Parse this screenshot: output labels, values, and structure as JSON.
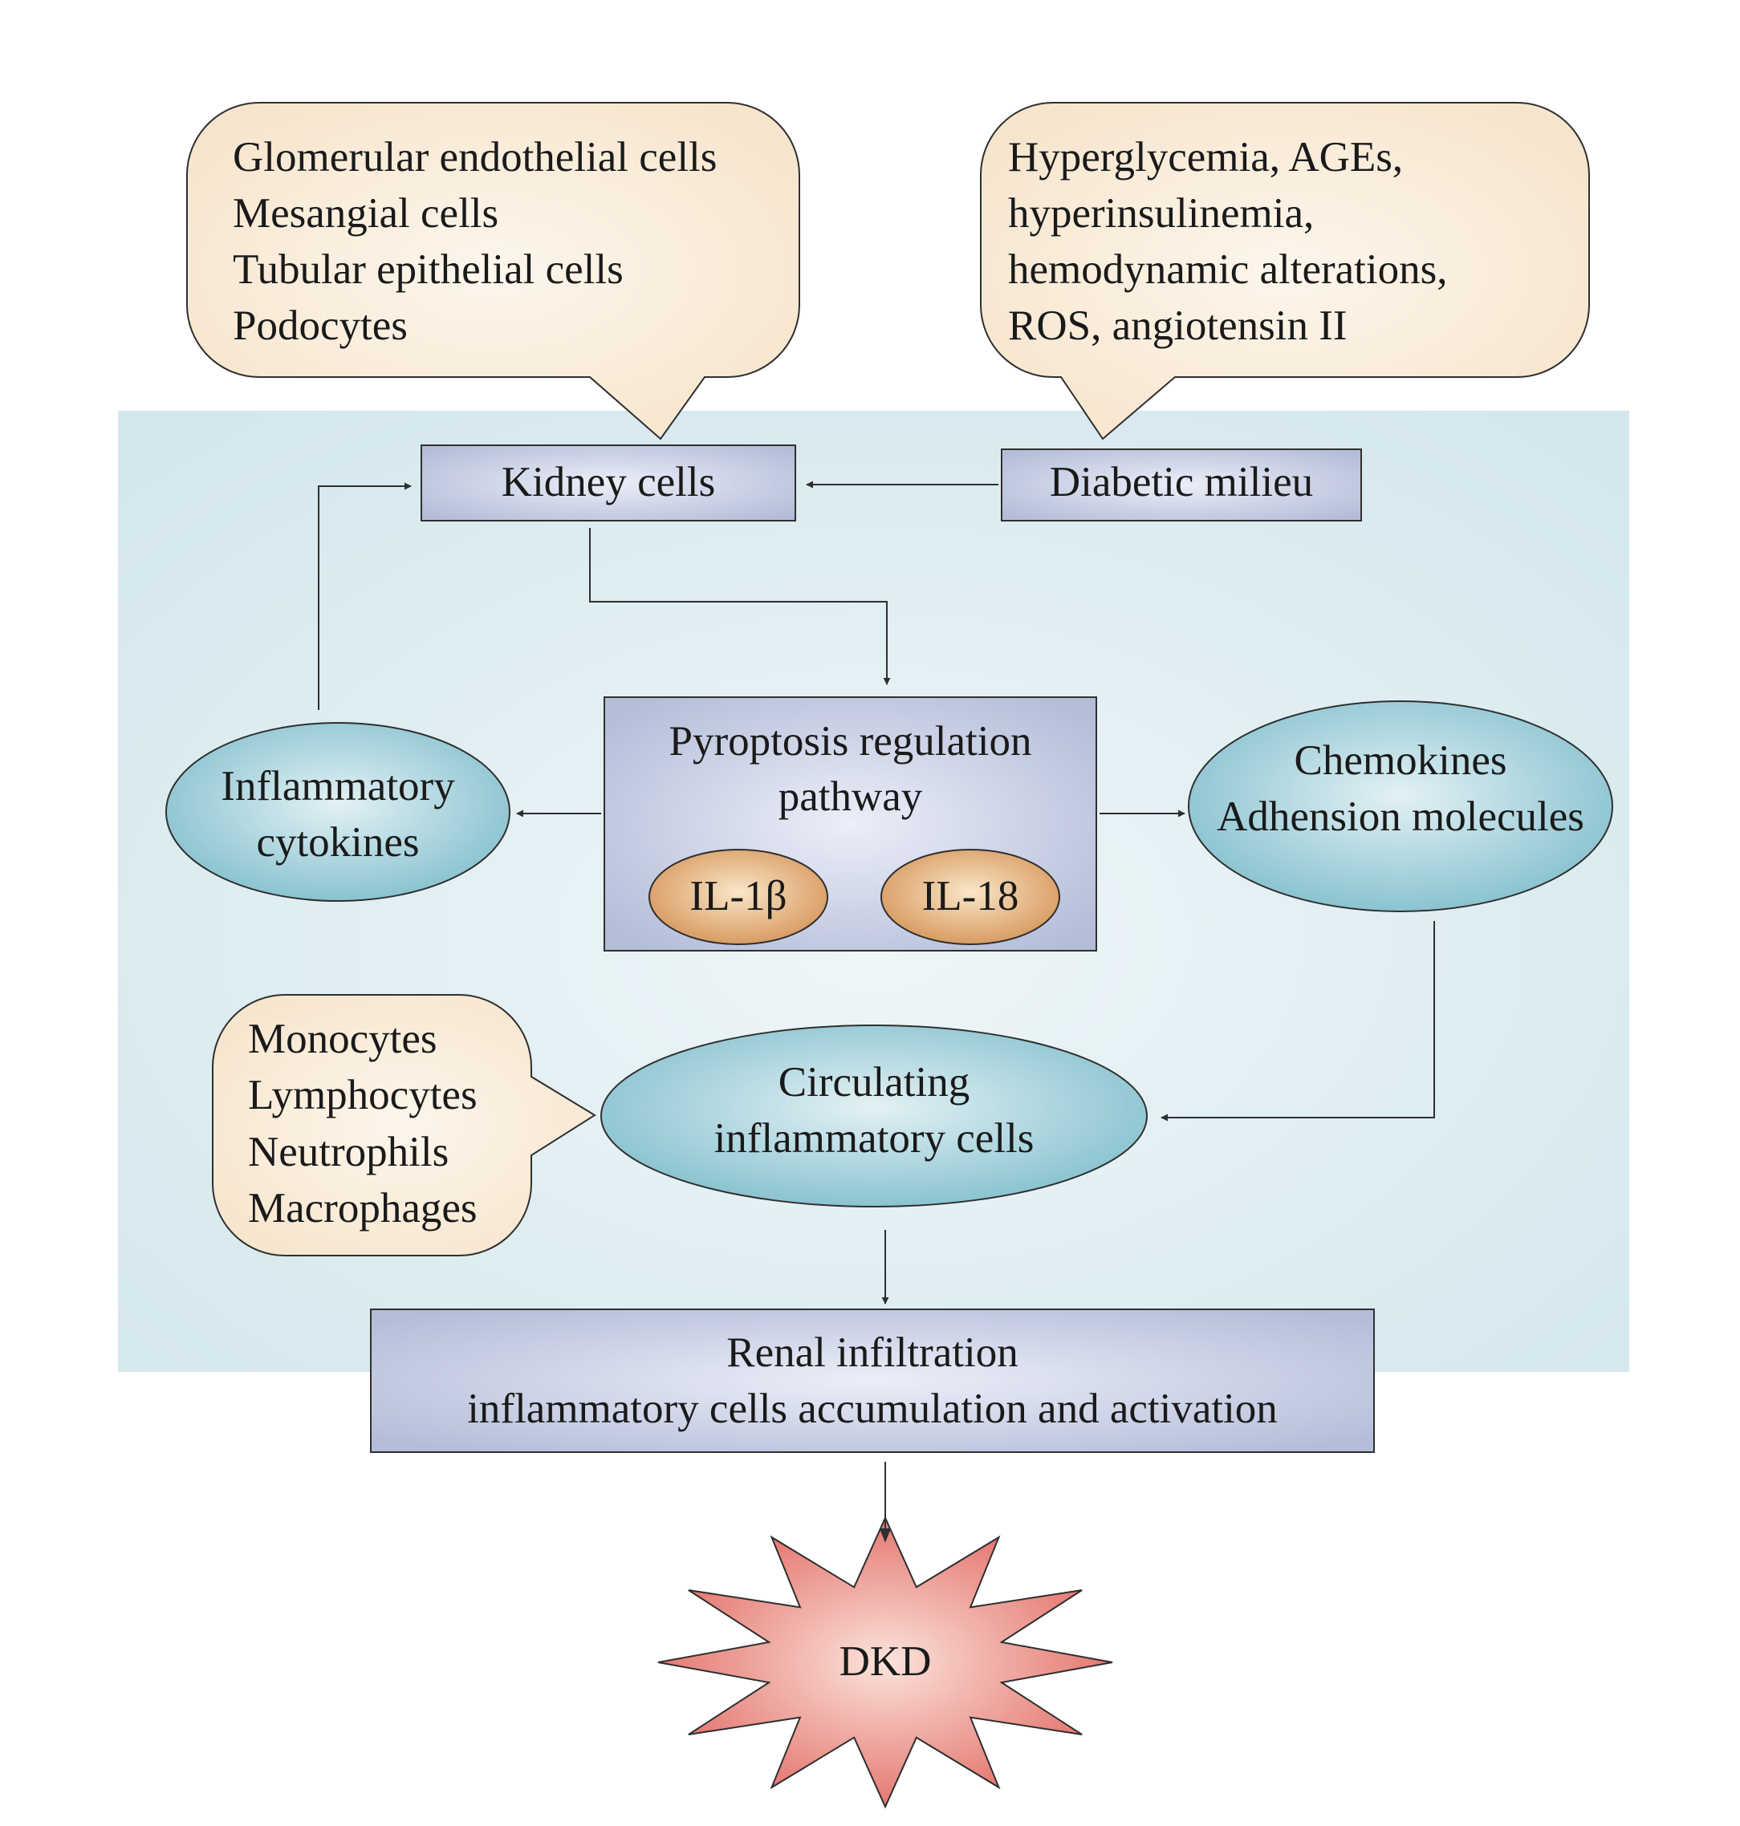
{
  "colors": {
    "panel": "#d3e7ed",
    "bubble": "#f9ecda",
    "box": "#b9c2db",
    "ellipse": "#8dc6d3",
    "il": "#dca066",
    "burst": "#e37871",
    "stroke": "#2f2f2f"
  },
  "bubbles": {
    "kidney_cell_types": [
      "Glomerular endothelial cells",
      "Mesangial cells",
      "Tubular epithelial cells",
      "Podocytes"
    ],
    "diabetic_factors": [
      "Hyperglycemia, AGEs,",
      "hyperinsulinemia,",
      "hemodynamic alterations,",
      "ROS, angiotensin II"
    ],
    "inflammatory_cell_types": [
      "Monocytes",
      "Lymphocytes",
      "Neutrophils",
      "Macrophages"
    ]
  },
  "boxes": {
    "kidney_cells": "Kidney cells",
    "diabetic_milieu": "Diabetic milieu",
    "pyroptosis": [
      "Pyroptosis regulation",
      "pathway"
    ],
    "renal_infiltration": [
      "Renal infiltration",
      "inflammatory cells accumulation and activation"
    ]
  },
  "interleukins": {
    "il1b": "IL-1β",
    "il18": "IL-18"
  },
  "ellipses": {
    "inflammatory_cytokines": [
      "Inflammatory",
      "cytokines"
    ],
    "chemokines": [
      "Chemokines",
      "Adhension molecules"
    ],
    "circulating_cells": [
      "Circulating",
      "inflammatory cells"
    ]
  },
  "outcome": "DKD"
}
